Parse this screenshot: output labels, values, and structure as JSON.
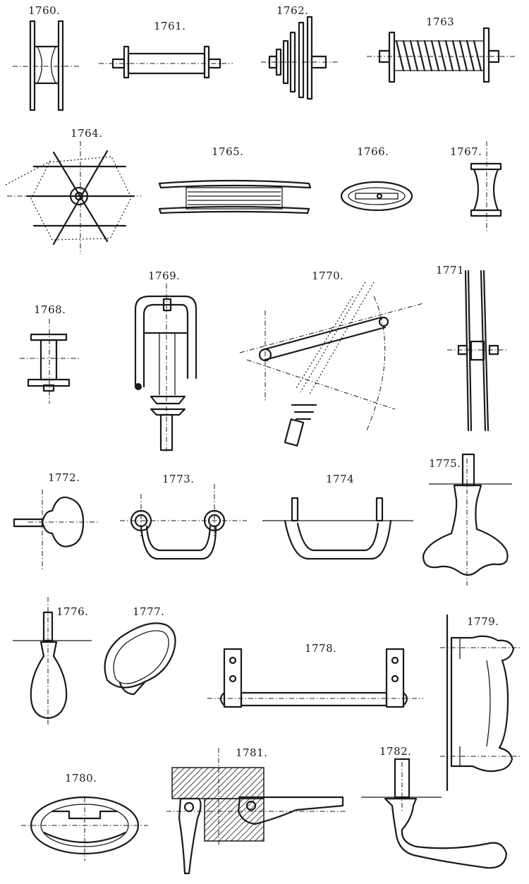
{
  "figures": [
    {
      "id": "f1760",
      "label": "1760."
    },
    {
      "id": "f1761",
      "label": "1761."
    },
    {
      "id": "f1762",
      "label": "1762."
    },
    {
      "id": "f1763",
      "label": "1763"
    },
    {
      "id": "f1764",
      "label": "1764."
    },
    {
      "id": "f1765",
      "label": "1765."
    },
    {
      "id": "f1766",
      "label": "1766."
    },
    {
      "id": "f1767",
      "label": "1767."
    },
    {
      "id": "f1768",
      "label": "1768."
    },
    {
      "id": "f1769",
      "label": "1769."
    },
    {
      "id": "f1770",
      "label": "1770."
    },
    {
      "id": "f1771",
      "label": "1771."
    },
    {
      "id": "f1772",
      "label": "1772."
    },
    {
      "id": "f1773",
      "label": "1773."
    },
    {
      "id": "f1774",
      "label": "1774"
    },
    {
      "id": "f1775",
      "label": "1775."
    },
    {
      "id": "f1776",
      "label": "1776."
    },
    {
      "id": "f1777",
      "label": "1777."
    },
    {
      "id": "f1778",
      "label": "1778."
    },
    {
      "id": "f1779",
      "label": "1779."
    },
    {
      "id": "f1780",
      "label": "1780."
    },
    {
      "id": "f1781",
      "label": "1781."
    },
    {
      "id": "f1782",
      "label": "1782."
    }
  ],
  "colors": {
    "ink": "#1a1a1a",
    "paper": "#ffffff"
  }
}
